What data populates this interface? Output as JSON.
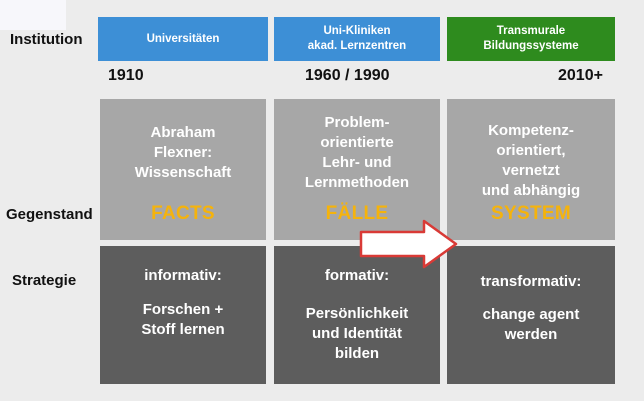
{
  "row_labels": {
    "institution": "Institution",
    "gegenstand": "Gegenstand",
    "strategie": "Strategie"
  },
  "columns": [
    {
      "institution": "Universitäten",
      "institution_color": "#3d8fd6",
      "year": "1910",
      "gegenstand_text": "Abraham\nFlexner:\nWissenschaft",
      "gegenstand_key": "FACTS",
      "strategie_title": "informativ:",
      "strategie_text": "Forschen +\nStoff lernen"
    },
    {
      "institution": "Uni-Kliniken\nakad. Lernzentren",
      "institution_color": "#3d8fd6",
      "year": "1960 / 1990",
      "gegenstand_text": "Problem-\norientierte\nLehr- und\nLernmethoden",
      "gegenstand_key": "FÄLLE",
      "strategie_title": "formativ:",
      "strategie_text": "Persönlichkeit\nund Identität\nbilden"
    },
    {
      "institution": "Transmurale\nBildungssysteme",
      "institution_color": "#2e8b1e",
      "year": "2010+",
      "gegenstand_text": "Kompetenz-\norientiert,\nvernetzt\nund abhängig",
      "gegenstand_key": "SYSTEM",
      "strategie_title": "transformativ:",
      "strategie_text": "change agent\nwerden"
    }
  ],
  "colors": {
    "key_text": "#f5b30c",
    "arrow_outline": "#d93a36",
    "light_cell": "#a7a7a7",
    "dark_cell": "#5d5d5d"
  }
}
